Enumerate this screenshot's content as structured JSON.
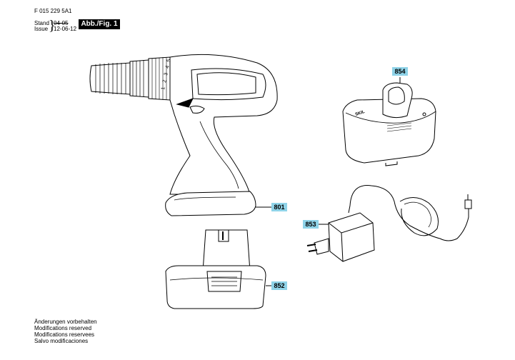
{
  "header": {
    "doc_number": "F 015 229 5A1",
    "stand_label": "Stand",
    "issue_label": "Issue",
    "stand_date": "04-05",
    "issue_date": "12-06-12",
    "figure_badge": "Abb./Fig. 1"
  },
  "parts": [
    {
      "number": "801"
    },
    {
      "number": "852"
    },
    {
      "number": "853"
    },
    {
      "number": "854"
    }
  ],
  "drill_switch_numbers": [
    "1",
    "2",
    "3",
    "4",
    "5"
  ],
  "charger_brand": "SKIL",
  "footer_notes": [
    "Änderungen vorbehalten",
    "Modifications reserved",
    "Modifications reservees",
    "Salvo modificaciones"
  ],
  "colors": {
    "label_bg": "#8fd3e8",
    "line": "#000000"
  }
}
